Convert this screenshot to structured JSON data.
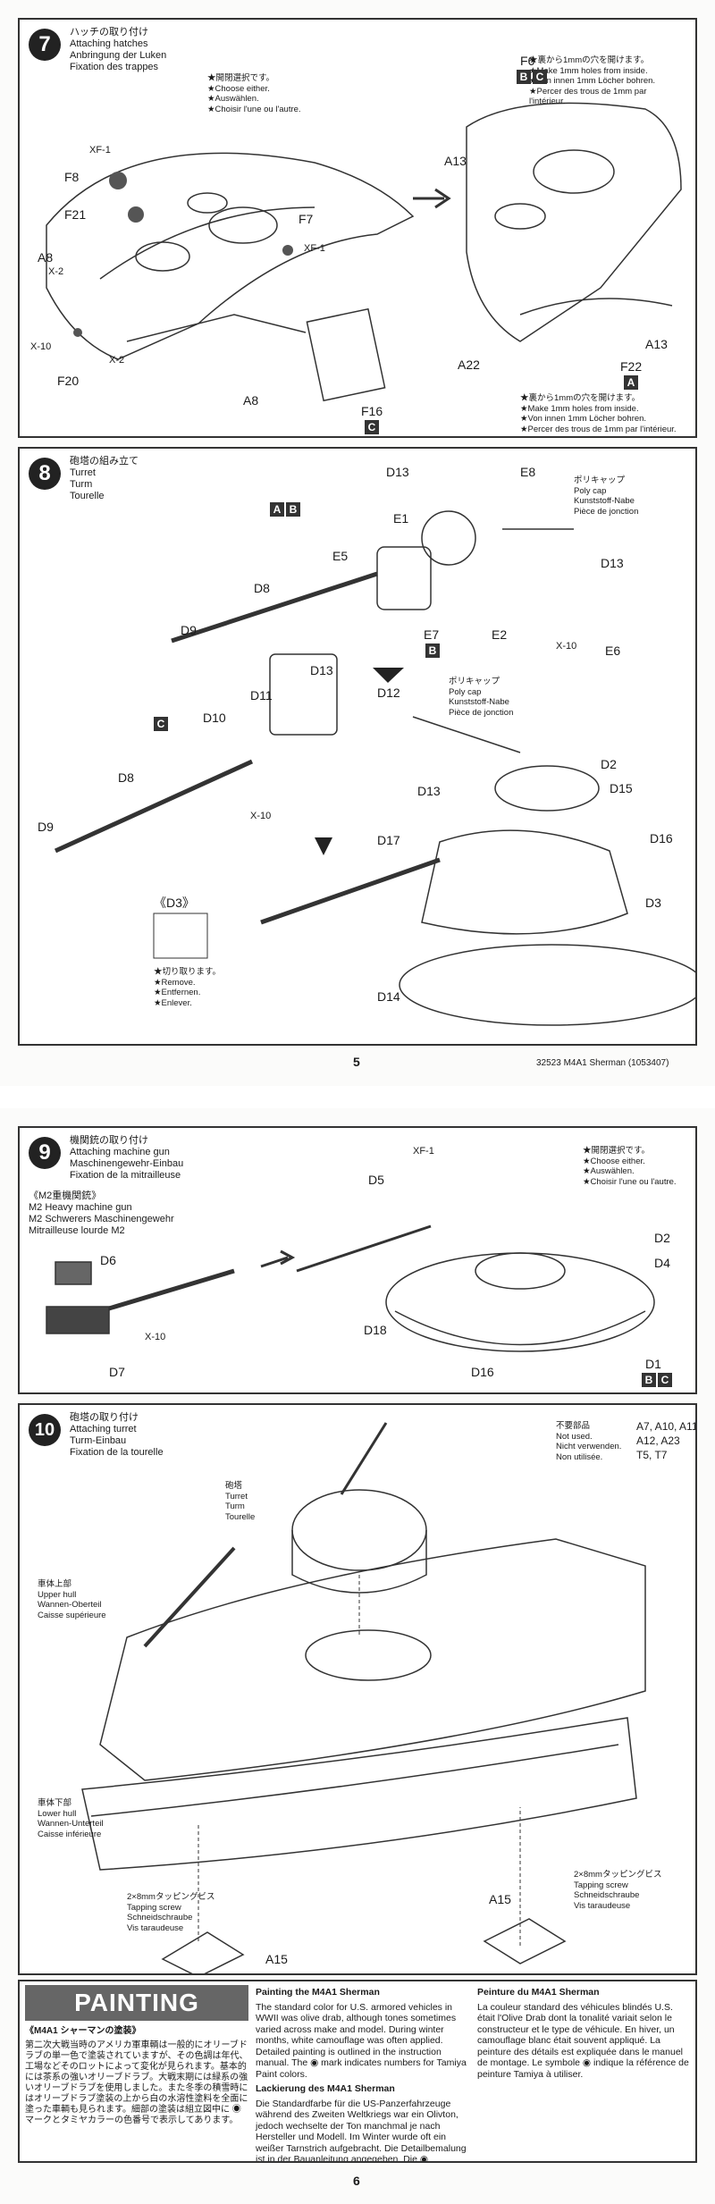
{
  "step7": {
    "num": "7",
    "title": [
      "ハッチの取り付け",
      "Attaching hatches",
      "Anbringung der Luken",
      "Fixation des trappes"
    ],
    "choose_note": [
      "★開閉選択です。",
      "★Choose either.",
      "★Auswählen.",
      "★Choisir l'une ou l'autre."
    ],
    "holes_note_top": [
      "★裏から1mmの穴を開けます。",
      "★Make 1mm holes from inside.",
      "★Von innen 1mm Löcher bohren.",
      "★Percer des trous de 1mm par",
      "l'intérieur."
    ],
    "holes_note_bottom": [
      "★裏から1mmの穴を開けます。",
      "★Make 1mm holes from inside.",
      "★Von innen 1mm Löcher bohren.",
      "★Percer des trous de 1mm par l'intérieur."
    ],
    "labels": {
      "xf1a": "XF-1",
      "f8": "F8",
      "f21": "F21",
      "a8a": "A8",
      "x2a": "X-2",
      "x10": "X-10",
      "f20": "F20",
      "x2b": "X-2",
      "a8b": "A8",
      "f7": "F7",
      "xf1b": "XF-1",
      "f16": "F16",
      "f6": "F6",
      "a13a": "A13",
      "a22": "A22",
      "f22": "F22",
      "a13b": "A13"
    },
    "tags": {
      "f16": "C",
      "f6b": "B",
      "f6c": "C",
      "f22": "A"
    }
  },
  "step8": {
    "num": "8",
    "title": [
      "砲塔の組み立て",
      "Turret",
      "Turm",
      "Tourelle"
    ],
    "polycap_note": [
      "ポリキャップ",
      "Poly cap",
      "Kunststoff-Nabe",
      "Pièce de jonction"
    ],
    "polycap_note2": [
      "ポリキャップ",
      "Poly cap",
      "Kunststoff-Nabe",
      "Pièce de jonction"
    ],
    "remove_note": [
      "★切り取ります。",
      "★Remove.",
      "★Entfernen.",
      "★Enlever."
    ],
    "labels": {
      "d13a": "D13",
      "e8": "E8",
      "e1": "E1",
      "e5": "E5",
      "d8a": "D8",
      "d9a": "D9",
      "e7": "E7",
      "e2": "E2",
      "d13b": "D13",
      "x10a": "X-10",
      "e6": "E6",
      "d13c": "D13",
      "d12": "D12",
      "d11": "D11",
      "d10": "D10",
      "d8b": "D8",
      "d9b": "D9",
      "x10b": "X-10",
      "d13d": "D13",
      "d2": "D2",
      "d15": "D15",
      "d16": "D16",
      "d17": "D17",
      "d3": "D3",
      "d14": "D14",
      "d3box": "《D3》"
    },
    "tags": {
      "a": "A",
      "b": "B",
      "c": "C",
      "e7": "B"
    }
  },
  "page5": {
    "num": "5",
    "footer": "32523  M4A1 Sherman (1053407)"
  },
  "step9": {
    "num": "9",
    "title": [
      "機関銃の取り付け",
      "Attaching machine gun",
      "Maschinengewehr-Einbau",
      "Fixation de la mitrailleuse"
    ],
    "mg_title": [
      "《M2重機関銃》",
      "M2 Heavy machine gun",
      "M2 Schwerers Maschinengewehr",
      "Mitrailleuse lourde M2"
    ],
    "choose_note": [
      "★開閉選択です。",
      "★Choose either.",
      "★Auswählen.",
      "★Choisir l'une ou l'autre."
    ],
    "labels": {
      "xf1": "XF-1",
      "d5": "D5",
      "d6": "D6",
      "d7": "D7",
      "x10": "X-10",
      "d18": "D18",
      "d2": "D2",
      "d4": "D4",
      "d16": "D16",
      "d1": "D1"
    },
    "tags": {
      "b": "B",
      "c": "C"
    }
  },
  "step10": {
    "num": "10",
    "title": [
      "砲塔の取り付け",
      "Attaching turret",
      "Turm-Einbau",
      "Fixation de la tourelle"
    ],
    "unused_label": [
      "不要部品",
      "Not used.",
      "Nicht verwenden.",
      "Non utilisée."
    ],
    "unused_parts": [
      "A7, A10, A11,",
      "A12, A23",
      "T5, T7"
    ],
    "turret": [
      "砲塔",
      "Turret",
      "Turm",
      "Tourelle"
    ],
    "upper_hull": [
      "車体上部",
      "Upper hull",
      "Wannen-Oberteil",
      "Caisse supérieure"
    ],
    "lower_hull": [
      "車体下部",
      "Lower hull",
      "Wannen-Unterteil",
      "Caisse inférieure"
    ],
    "screw_left": [
      "2×8mmタッピングビス",
      "Tapping screw",
      "Schneidschraube",
      "Vis taraudeuse"
    ],
    "screw_right": [
      "2×8mmタッピングビス",
      "Tapping screw",
      "Schneidschraube",
      "Vis taraudeuse"
    ],
    "a15a": "A15",
    "a15b": "A15"
  },
  "painting": {
    "banner": "PAINTING",
    "jp_head": "《M4A1 シャーマンの塗装》",
    "jp_body": "第二次大戦当時のアメリカ軍車輌は一般的にオリーブドラブの単一色で塗装されていますが、その色調は年代、工場などそのロットによって変化が見られます。基本的には茶系の強いオリーブドラブ。大戦末期には緑系の強いオリーブドラブを使用しました。また冬季の積雪時にはオリーブドラブ塗装の上から白の水溶性塗料を全面に塗った車輌も見られます。細部の塗装は組立図中に ◉ マークとタミヤカラーの色番号で表示してあります。",
    "en_head": "Painting the M4A1 Sherman",
    "en_body": "The standard color for U.S. armored vehicles in WWII was olive drab, although tones sometimes varied across make and model. During winter months, white camouflage was often applied. Detailed painting is outlined in the instruction manual. The ◉ mark indicates numbers for Tamiya Paint colors.",
    "de_head": "Lackierung des M4A1 Sherman",
    "de_body": "Die Standardfarbe für die US-Panzerfahrzeuge während des Zweiten Weltkriegs war ein Olivton, jedoch wechselte der Ton manchmal je nach Hersteller und Modell. Im Winter wurde oft ein weißer Tarnstrich aufgebracht. Die Detailbemalung ist in der Bauanleitung angegeben. Die ◉ Markierung gibt die Nummer der Tamiya Lackfarben an.",
    "fr_head": "Peinture du M4A1 Sherman",
    "fr_body": "La couleur standard des véhicules blindés U.S. était l'Olive Drab dont la tonalité variait selon le constructeur et le type de véhicule. En hiver, un camouflage blanc était souvent appliqué. La peinture des détails est expliquée dans le manuel de montage. Le symbole ◉ indique la référence de peinture Tamiya à utiliser."
  },
  "page6": {
    "num": "6"
  }
}
